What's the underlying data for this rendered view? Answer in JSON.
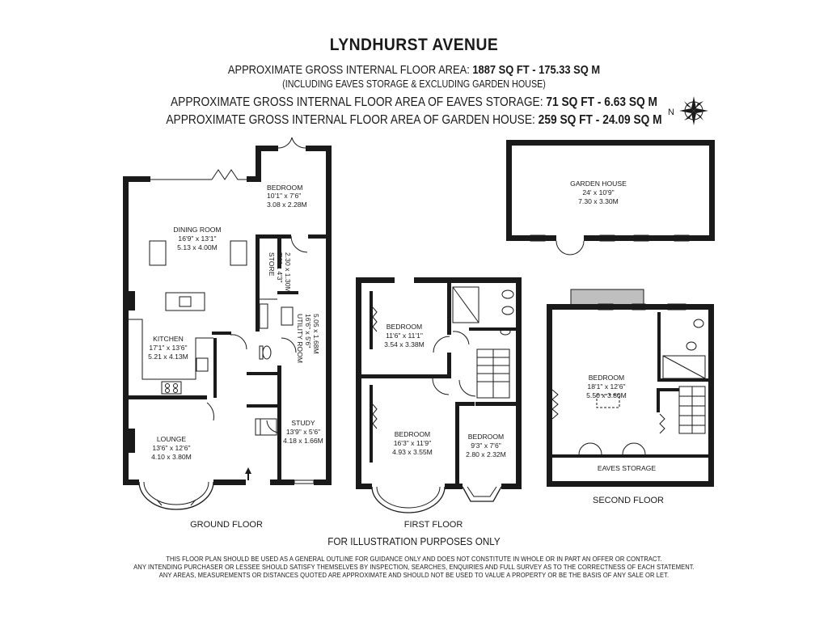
{
  "header": {
    "title": "LYNDHURST AVENUE",
    "area_prefix": "APPROXIMATE GROSS INTERNAL FLOOR AREA:",
    "area_value": "1887 SQ FT - 175.33 SQ M",
    "area_note": "(INCLUDING EAVES STORAGE & EXCLUDING GARDEN HOUSE)",
    "eaves_prefix": "APPROXIMATE GROSS INTERNAL FLOOR AREA OF EAVES STORAGE:",
    "eaves_value": "71 SQ FT - 6.63 SQ M",
    "garden_prefix": "APPROXIMATE GROSS INTERNAL FLOOR AREA OF GARDEN HOUSE:",
    "garden_value": "259 SQ FT - 24.09 SQ M"
  },
  "compass": {
    "letter": "N"
  },
  "floors": {
    "ground": "GROUND FLOOR",
    "first": "FIRST FLOOR",
    "second": "SECOND FLOOR"
  },
  "rooms": {
    "ground_bedroom": {
      "name": "BEDROOM",
      "imperial": "10'1\" x 7'6\"",
      "metric": "3.08 x 2.28M"
    },
    "dining": {
      "name": "DINING ROOM",
      "imperial": "16'9\" x 13'1\"",
      "metric": "5.13 x 4.00M"
    },
    "store": {
      "name": "STORE",
      "imperial": "7'6\" x 4'3\"",
      "metric": "2.30 x 1.30M"
    },
    "utility": {
      "name": "UTILITY ROOM",
      "imperial": "16'6\" x 5'6\"",
      "metric": "5.05 x 1.68M"
    },
    "kitchen": {
      "name": "KITCHEN",
      "imperial": "17'1\" x 13'6\"",
      "metric": "5.21 x 4.13M"
    },
    "lounge": {
      "name": "LOUNGE",
      "imperial": "13'6\" x 12'6\"",
      "metric": "4.10 x 3.80M"
    },
    "study": {
      "name": "STUDY",
      "imperial": "13'9\" x 5'6\"",
      "metric": "4.18 x 1.66M"
    },
    "first_bed1": {
      "name": "BEDROOM",
      "imperial": "11'6\" x 11'1\"",
      "metric": "3.54 x 3.38M"
    },
    "first_bed2": {
      "name": "BEDROOM",
      "imperial": "16'3\" x 11'9\"",
      "metric": "4.93 x 3.55M"
    },
    "first_bed3": {
      "name": "BEDROOM",
      "imperial": "9'3\" x 7'6\"",
      "metric": "2.80 x 2.32M"
    },
    "garden_house": {
      "name": "GARDEN HOUSE",
      "imperial": "24' x 10'9\"",
      "metric": "7.30 x 3.30M"
    },
    "second_bed": {
      "name": "BEDROOM",
      "imperial": "18'1\" x 12'6\"",
      "metric": "5.50 x 3.80M"
    },
    "eaves": {
      "name": "EAVES STORAGE"
    }
  },
  "footer": {
    "illustration": "FOR ILLUSTRATION PURPOSES ONLY",
    "disclaimer_1": "THIS FLOOR PLAN SHOULD BE USED AS A GENERAL OUTLINE FOR GUIDANCE ONLY AND DOES NOT CONSTITUTE IN WHOLE OR IN PART AN OFFER OR CONTRACT.",
    "disclaimer_2": "ANY INTENDING PURCHASER OR LESSEE SHOULD SATISFY THEMSELVES BY INSPECTION, SEARCHES, ENQUIRIES AND FULL SURVEY AS TO THE CORRECTNESS OF EACH STATEMENT.",
    "disclaimer_3": "ANY AREAS, MEASUREMENTS OR DISTANCES QUOTED ARE APPROXIMATE AND SHOULD NOT BE USED TO VALUE A PROPERTY OR BE THE BASIS OF ANY SALE OR LET."
  }
}
